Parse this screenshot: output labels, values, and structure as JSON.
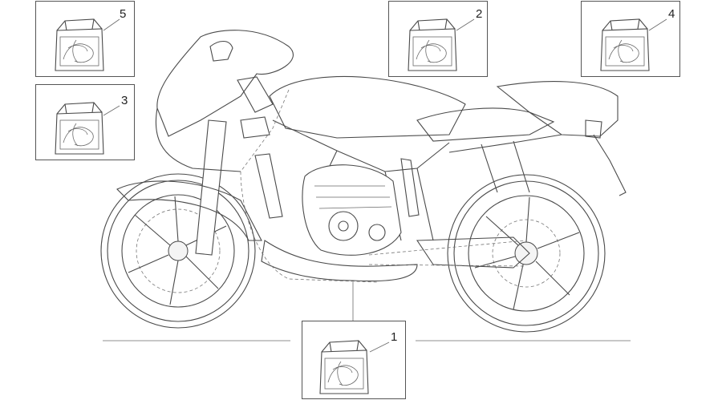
{
  "diagram": {
    "callouts": [
      {
        "id": "5",
        "label": "5"
      },
      {
        "id": "2",
        "label": "2"
      },
      {
        "id": "4",
        "label": "4"
      },
      {
        "id": "3",
        "label": "3"
      },
      {
        "id": "1",
        "label": "1"
      }
    ]
  },
  "icons": {
    "kit": "decal-kit-bag-icon",
    "motorcycle": "motorcycle-outline-icon"
  }
}
